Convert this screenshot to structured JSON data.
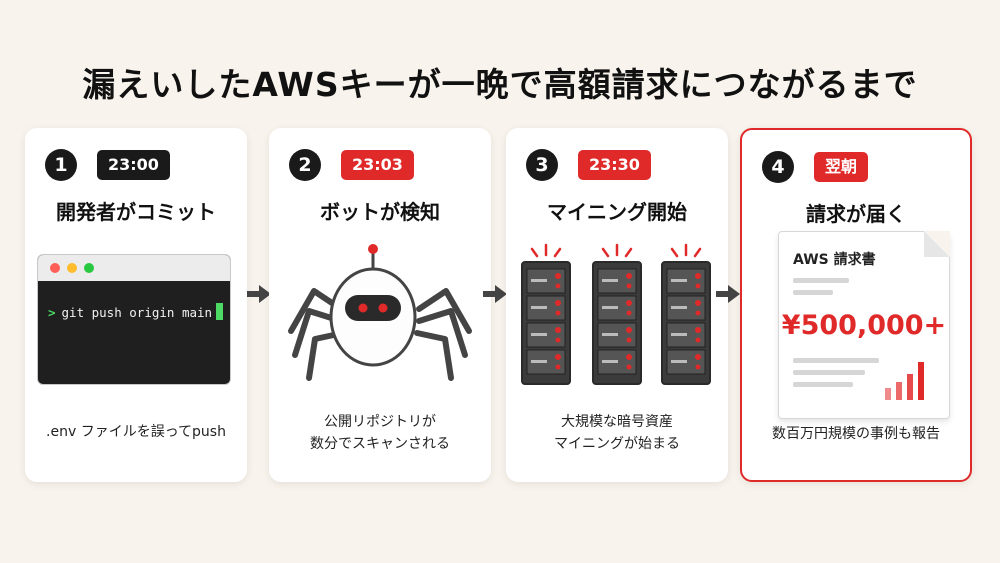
{
  "title": "漏えいしたAWSキーが一晩で高額請求につながるまで",
  "steps": [
    {
      "number": "1",
      "time": "23:00",
      "title": "開発者がコミット",
      "terminal_command": "git push origin main",
      "description": [
        ".env ファイルを誤ってpush"
      ]
    },
    {
      "number": "2",
      "time": "23:03",
      "title": "ボットが検知",
      "description": [
        "公開リポジトリが",
        "数分でスキャンされる"
      ]
    },
    {
      "number": "3",
      "time": "23:30",
      "title": "マイニング開始",
      "description": [
        "大規模な暗号資産",
        "マイニングが始まる"
      ]
    },
    {
      "number": "4",
      "time": "翌朝",
      "title": "請求が届く",
      "invoice_title": "AWS 請求書",
      "invoice_amount": "¥500,000+",
      "description": [
        "数百万円規模の事例も報告"
      ]
    }
  ],
  "colors": {
    "accent": "#e02a2a",
    "dark": "#1a1a1a",
    "background": "#f8f3ec"
  },
  "icons": [
    "terminal-window",
    "spider-robot-icon",
    "server-rack-icon",
    "invoice-document-icon",
    "bar-chart-icon",
    "arrow-right-icon"
  ]
}
